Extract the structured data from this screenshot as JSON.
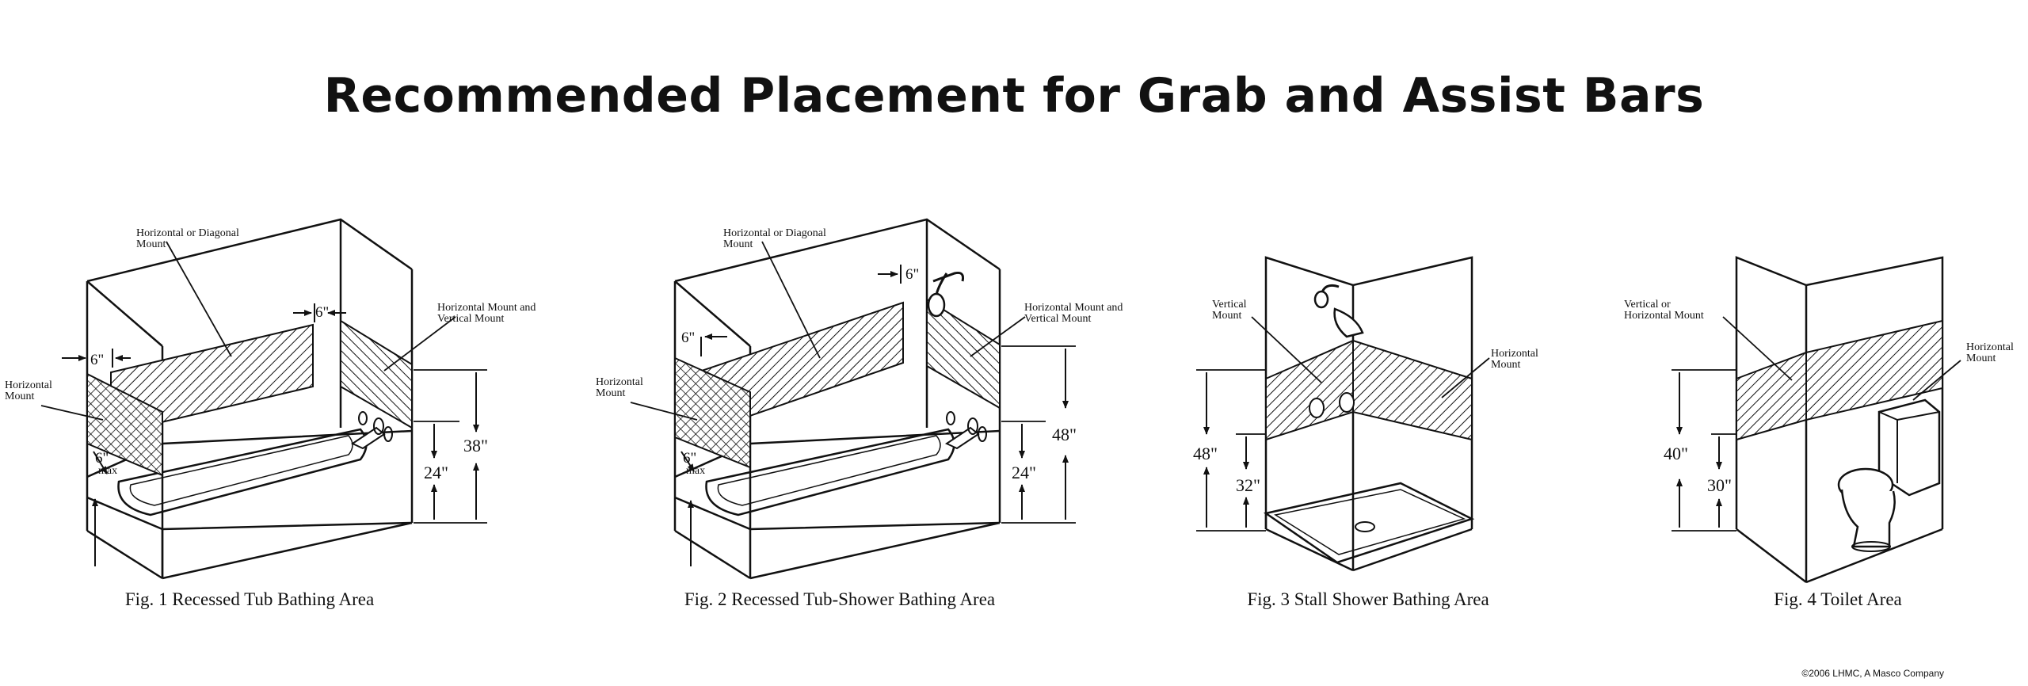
{
  "title": "Recommended Placement for Grab and Assist Bars",
  "fig1": {
    "caption": "Fig. 1 Recessed Tub Bathing Area",
    "label_diag_1": "Horizontal or Diagonal",
    "label_diag_2": "Mount",
    "label_hv_1": "Horizontal Mount and",
    "label_hv_2": "Vertical Mount",
    "label_h_1": "Horizontal",
    "label_h_2": "Mount",
    "dim_end": "6\"",
    "dim_left": "6\"",
    "dim_low": "6\"",
    "dim_low_max": "max",
    "dim_38": "38\"",
    "dim_24": "24\""
  },
  "fig2": {
    "caption": "Fig. 2 Recessed Tub-Shower Bathing Area",
    "label_diag_1": "Horizontal or Diagonal",
    "label_diag_2": "Mount",
    "label_hv_1": "Horizontal Mount and",
    "label_hv_2": "Vertical Mount",
    "label_h_1": "Horizontal",
    "label_h_2": "Mount",
    "dim_end": "6\"",
    "dim_left": "6\"",
    "dim_low": "6\"",
    "dim_low_max": "max",
    "dim_48": "48\"",
    "dim_24": "24\""
  },
  "fig3": {
    "caption": "Fig. 3 Stall Shower Bathing Area",
    "label_v_1": "Vertical",
    "label_v_2": "Mount",
    "label_h_1": "Horizontal",
    "label_h_2": "Mount",
    "dim_48": "48\"",
    "dim_32": "32\""
  },
  "fig4": {
    "caption": "Fig. 4 Toilet Area",
    "label_vh_1": "Vertical or",
    "label_vh_2": "Horizontal Mount",
    "label_h_1": "Horizontal",
    "label_h_2": "Mount",
    "dim_40": "40\"",
    "dim_30": "30\""
  },
  "copyright": "©2006 LHMC, A Masco Company"
}
